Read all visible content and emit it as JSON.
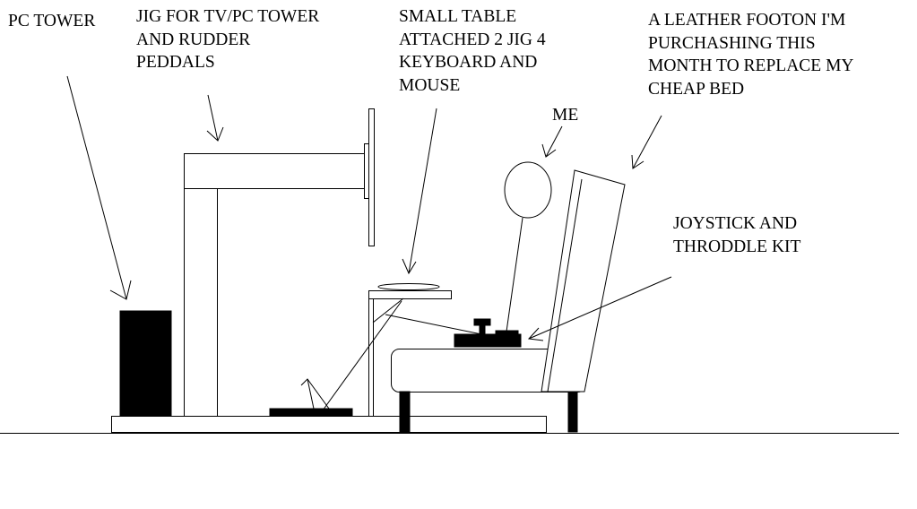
{
  "labels": {
    "pc_tower": [
      "PC TOWER"
    ],
    "jig": [
      "JIG FOR TV/PC TOWER",
      "AND RUDDER",
      "PEDDALS"
    ],
    "small_table": [
      "SMALL TABLE",
      "ATTACHED 2 JIG 4",
      "KEYBOARD AND",
      "MOUSE"
    ],
    "futon": [
      "A LEATHER FOOTON I'M",
      "PURCHASHING THIS",
      "MONTH TO REPLACE MY",
      "CHEAP BED"
    ],
    "me": [
      "ME"
    ],
    "joystick": [
      "JOYSTICK AND",
      "THRODDLE KIT"
    ]
  },
  "colors": {
    "ink": "#000000",
    "paper": "#ffffff"
  }
}
